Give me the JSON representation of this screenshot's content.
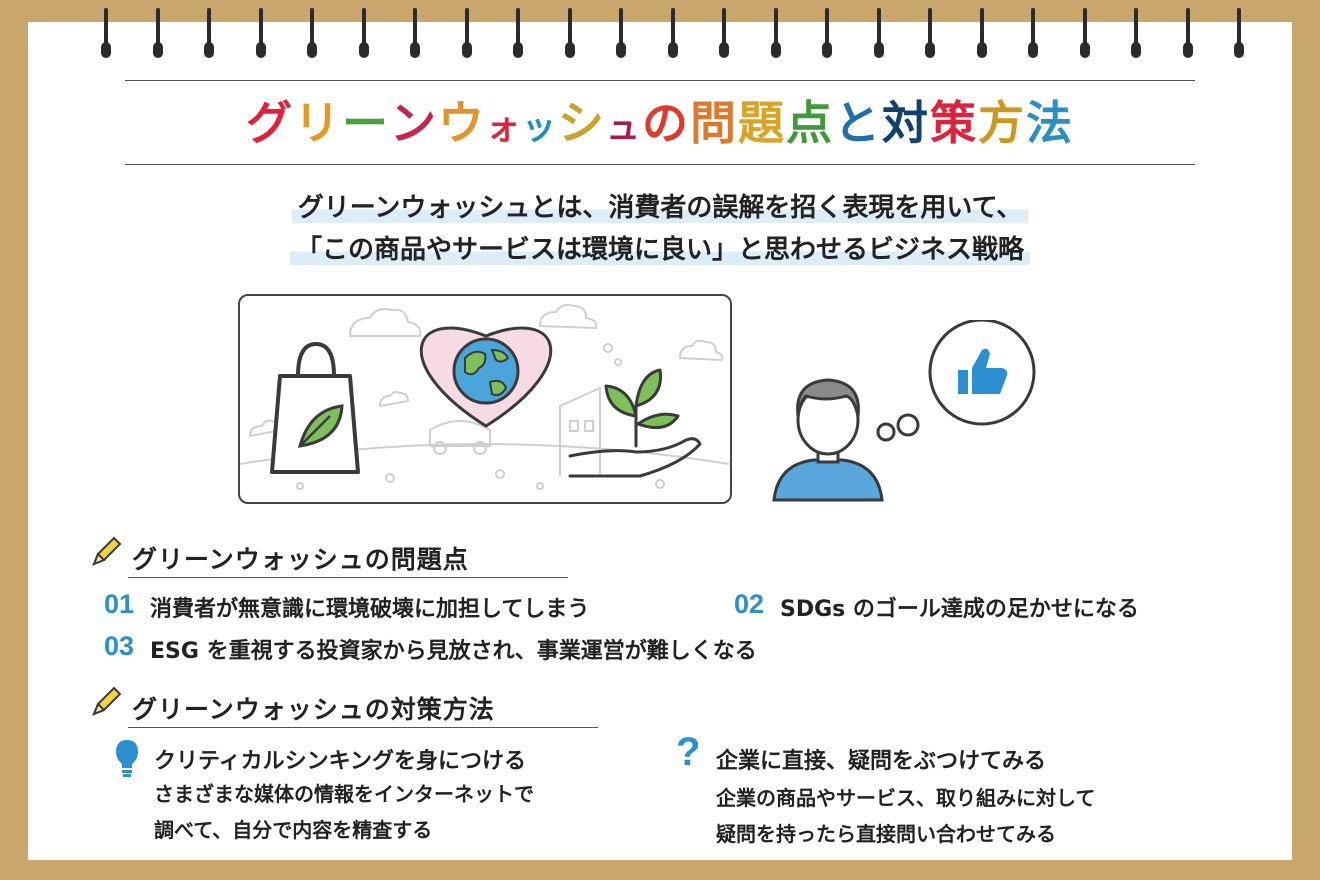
{
  "title": {
    "chars": [
      "グ",
      "リ",
      "ー",
      "ン",
      "ウ",
      "ォ",
      "ッ",
      "シ",
      "ュ",
      "の",
      "問",
      "題",
      "点",
      "と",
      "対",
      "策",
      "方",
      "法"
    ],
    "colors": [
      "#e0213a",
      "#e39a1f",
      "#4aa33d",
      "#c7234c",
      "#e2932b",
      "#e0213a",
      "#1b8ec5",
      "#c9a227",
      "#a31f4a",
      "#e03a2e",
      "#e0782b",
      "#d9a324",
      "#3f9a3b",
      "#1f6fae",
      "#12416b",
      "#e0213a",
      "#c99a1e",
      "#2a8fc5"
    ]
  },
  "lead": {
    "line1": "グリーンウォッシュとは、消費者の誤解を招く表現を用いて、",
    "line2": "「この商品やサービスは環境に良い」と思わせるビジネス戦略"
  },
  "problems": {
    "heading": "グリーンウォッシュの問題点",
    "items": [
      {
        "num": "01",
        "text": "消費者が無意識に環境破壊に加担してしまう"
      },
      {
        "num": "02",
        "text": "SDGs のゴール達成の足かせになる"
      },
      {
        "num": "03",
        "text": "ESG を重視する投資家から見放され、事業運営が難しくなる"
      }
    ]
  },
  "measures": {
    "heading": "グリーンウォッシュの対策方法",
    "left": {
      "title": "クリティカルシンキングを身につける",
      "line1": "さまざまな媒体の情報をインターネットで",
      "line2": "調べて、自分で内容を精査する"
    },
    "right": {
      "mark": "?",
      "title": "企業に直接、疑問をぶつけてみる",
      "line1": "企業の商品やサービス、取り組みに対して",
      "line2": "疑問を持ったら直接問い合わせてみる"
    }
  }
}
